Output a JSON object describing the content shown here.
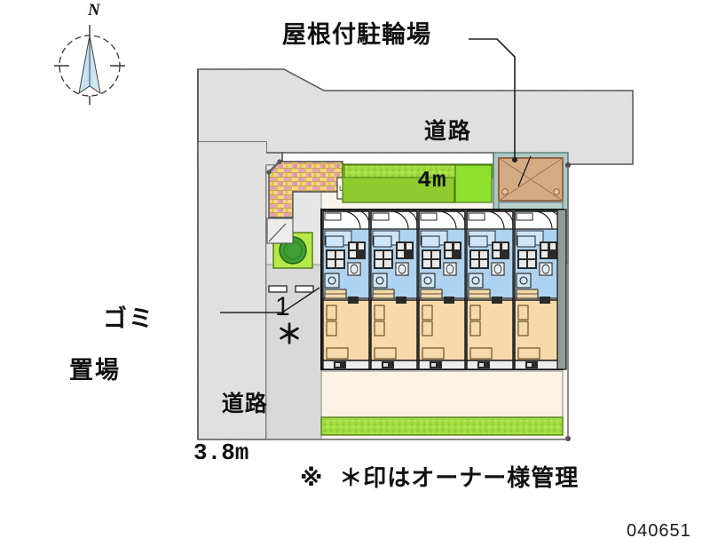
{
  "document": {
    "type": "property-site-plan",
    "id_number": "040651",
    "background_color": "#ffffff"
  },
  "compass": {
    "name": "north-arrow",
    "label": "N"
  },
  "annotations": {
    "bicycle_parking": {
      "label": "屋根付駐輪場",
      "meaning": "covered bicycle parking",
      "leader": "right-then-down"
    },
    "garbage_area": {
      "label_line1": "ゴミ",
      "label_line2": "置場",
      "meaning": "garbage collection area",
      "leader": "diagonal-up-right"
    },
    "road_top": {
      "label_line1": "道路",
      "label_line2": "4m",
      "meaning": "road 4 m wide"
    },
    "road_left": {
      "label_line1": "道路",
      "label_line2": "3.8m",
      "meaning": "road 3.8 m wide"
    },
    "footnote": {
      "marker": "※",
      "text": "＊印はオーナー様管理",
      "meaning": "items marked * are managed by the owner"
    },
    "parking_stall": {
      "number": "1",
      "owner_mark": "＊"
    }
  },
  "colors": {
    "road_fill": "#e2e2e2",
    "road_stroke": "#555555",
    "site_fill": "#faf5ec",
    "unit_room_fill": "#f7d9aa",
    "unit_wet_fill": "#aed3f0",
    "unit_entry_fill": "#cfe6f8",
    "hedge_green": "#9ddb3c",
    "hedge_dark": "#7cb928",
    "brick_yellow": "#f2d36b",
    "brick_pink": "#e8a0b8",
    "bike_roof": "#d6ab84",
    "bike_roof_edge": "#9c6b43",
    "teal_band": "#9ec0bc",
    "pavement": "#d8d8d8",
    "outline": "#1a1a1a",
    "tree_green": "#3f9e33",
    "planter_green": "#b6e84a"
  },
  "building": {
    "name": "apartment-block",
    "unit_count": 5,
    "units": [
      {
        "index": 1,
        "label": ""
      },
      {
        "index": 2,
        "label": ""
      },
      {
        "index": 3,
        "label": ""
      },
      {
        "index": 4,
        "label": ""
      },
      {
        "index": 5,
        "label": ""
      }
    ],
    "features": [
      "entry",
      "kitchen",
      "bath",
      "toilet",
      "tatami-room",
      "balcony"
    ]
  },
  "site_features": [
    {
      "name": "brick-wall",
      "kind": "wall"
    },
    {
      "name": "stair-railing",
      "kind": "railing"
    },
    {
      "name": "hedge-top",
      "kind": "planting"
    },
    {
      "name": "hedge-bottom",
      "kind": "planting"
    },
    {
      "name": "tree",
      "kind": "planting"
    },
    {
      "name": "courtyard",
      "kind": "open-space"
    },
    {
      "name": "bicycle-parking-roof",
      "kind": "structure"
    }
  ]
}
